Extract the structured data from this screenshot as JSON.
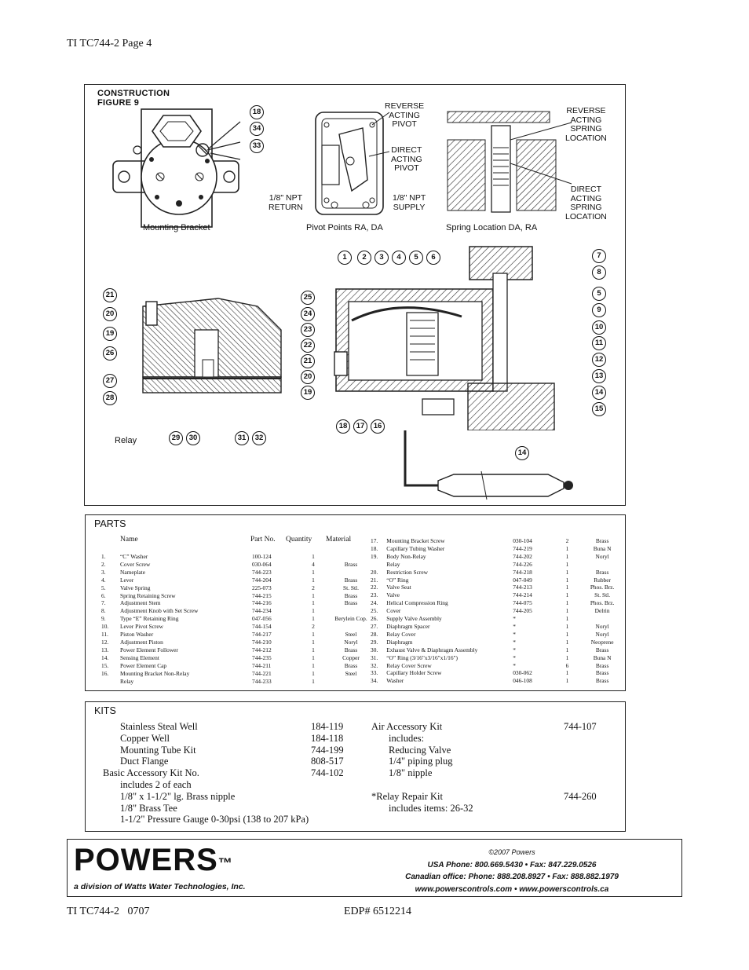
{
  "header": {
    "title": "TI TC744-2  Page 4"
  },
  "figure": {
    "title_line1": "CONSTRUCTION",
    "title_line2": "FIGURE 9",
    "captions": {
      "mounting_bracket": "Mounting Bracket",
      "pivot_points": "Pivot Points RA, DA",
      "spring_location": "Spring Location DA, RA",
      "relay": "Relay"
    },
    "labels": {
      "reverse_acting_pivot": [
        "REVERSE",
        "ACTING",
        "PIVOT"
      ],
      "direct_acting_pivot": [
        "DIRECT",
        "ACTING",
        "PIVOT"
      ],
      "npt_return": [
        "1/8\" NPT",
        "RETURN"
      ],
      "npt_supply": [
        "1/8\" NPT",
        "SUPPLY"
      ],
      "reverse_spring": [
        "REVERSE",
        "ACTING",
        "SPRING",
        "LOCATION"
      ],
      "direct_spring": [
        "DIRECT",
        "ACTING",
        "SPRING",
        "LOCATION"
      ]
    },
    "callouts": {
      "bracket": [
        "18",
        "34",
        "33"
      ],
      "relay_left": [
        "21",
        "20",
        "19",
        "26",
        "27",
        "28"
      ],
      "relay_bottom": [
        "29",
        "30",
        "31",
        "32"
      ],
      "main_top": [
        "1",
        "2",
        "3",
        "4",
        "5",
        "6"
      ],
      "main_left": [
        "25",
        "24",
        "23",
        "22",
        "21",
        "20",
        "19"
      ],
      "main_right": [
        "7",
        "8",
        "5",
        "9",
        "10",
        "11",
        "12",
        "13",
        "14",
        "15"
      ],
      "main_bottom": [
        "18",
        "17",
        "16"
      ],
      "bulb": [
        "14"
      ]
    }
  },
  "parts": {
    "title": "PARTS",
    "headers": {
      "name": "Name",
      "part_no": "Part No.",
      "quantity": "Quantity",
      "material": "Material"
    },
    "left": [
      {
        "num": "1.",
        "name": "“C” Washer",
        "part": "100-124",
        "qty": "1",
        "mat": ""
      },
      {
        "num": "2.",
        "name": "Cover Screw",
        "part": "030-064",
        "qty": "4",
        "mat": "Brass"
      },
      {
        "num": "3.",
        "name": "Nameplate",
        "part": "744-223",
        "qty": "1",
        "mat": ""
      },
      {
        "num": "4.",
        "name": "Lever",
        "part": "744-204",
        "qty": "1",
        "mat": "Brass"
      },
      {
        "num": "5.",
        "name": "Valve Spring",
        "part": "225-073",
        "qty": "2",
        "mat": "St. Stl."
      },
      {
        "num": "6.",
        "name": "Spring Retaining Screw",
        "part": "744-215",
        "qty": "1",
        "mat": "Brass"
      },
      {
        "num": "7.",
        "name": "Adjustment Stem",
        "part": "744-216",
        "qty": "1",
        "mat": "Brass"
      },
      {
        "num": "8.",
        "name": "Adjustment Knob with Set Screw",
        "part": "744-234",
        "qty": "1",
        "mat": ""
      },
      {
        "num": "9.",
        "name": "Type “E” Retaining Ring",
        "part": "047-056",
        "qty": "1",
        "mat": "Berylein Cop."
      },
      {
        "num": "10.",
        "name": "Lever Pivot Screw",
        "part": "744-154",
        "qty": "2",
        "mat": ""
      },
      {
        "num": "11.",
        "name": "Piston Washer",
        "part": "744-217",
        "qty": "1",
        "mat": "Steel"
      },
      {
        "num": "12.",
        "name": "Adjustment Piston",
        "part": "744-210",
        "qty": "1",
        "mat": "Noryl"
      },
      {
        "num": "13.",
        "name": "Power Element Follower",
        "part": "744-212",
        "qty": "1",
        "mat": "Brass"
      },
      {
        "num": "14.",
        "name": "Sensing Element",
        "part": "744-235",
        "qty": "1",
        "mat": "Copper"
      },
      {
        "num": "15.",
        "name": "Power Element Cap",
        "part": "744-211",
        "qty": "1",
        "mat": "Brass"
      },
      {
        "num": "16.",
        "name": "Mounting Bracket Non-Relay",
        "part": "744-221",
        "qty": "1",
        "mat": "Steel"
      },
      {
        "num": "",
        "name": "Relay",
        "part": "744-233",
        "qty": "1",
        "mat": ""
      }
    ],
    "right": [
      {
        "num": "17.",
        "name": "Mounting Bracket Screw",
        "part": "030-104",
        "qty": "2",
        "mat": "Brass"
      },
      {
        "num": "18.",
        "name": "Capillary Tubing Washer",
        "part": "744-219",
        "qty": "1",
        "mat": "Buna N"
      },
      {
        "num": "19.",
        "name": "Body Non-Relay",
        "part": "744-202",
        "qty": "1",
        "mat": "Noryl"
      },
      {
        "num": "",
        "name": "Relay",
        "part": "744-226",
        "qty": "1",
        "mat": ""
      },
      {
        "num": "20.",
        "name": "Restriction Screw",
        "part": "744-218",
        "qty": "1",
        "mat": "Brass"
      },
      {
        "num": "21.",
        "name": "“O” Ring",
        "part": "047-049",
        "qty": "1",
        "mat": "Rubber"
      },
      {
        "num": "22.",
        "name": "Valve Seat",
        "part": "744-213",
        "qty": "1",
        "mat": "Phos. Brz."
      },
      {
        "num": "23.",
        "name": "Valve",
        "part": "744-214",
        "qty": "1",
        "mat": "St. Stl."
      },
      {
        "num": "24.",
        "name": "Helical Compression Ring",
        "part": "744-075",
        "qty": "1",
        "mat": "Phos. Brz."
      },
      {
        "num": "25.",
        "name": "Cover",
        "part": "744-205",
        "qty": "1",
        "mat": "Delrin"
      },
      {
        "num": "26.",
        "name": "Supply Valve Assembly",
        "part": "*",
        "qty": "1",
        "mat": ""
      },
      {
        "num": "27.",
        "name": "Diaphragm Spacer",
        "part": "*",
        "qty": "1",
        "mat": "Noryl"
      },
      {
        "num": "28.",
        "name": "Relay Cover",
        "part": "*",
        "qty": "1",
        "mat": "Noryl"
      },
      {
        "num": "29.",
        "name": "Diaphragm",
        "part": "*",
        "qty": "1",
        "mat": "Neoprene"
      },
      {
        "num": "30.",
        "name": "Exhaust Valve & Diaphragm Assembly",
        "part": "*",
        "qty": "1",
        "mat": "Brass"
      },
      {
        "num": "31.",
        "name": "“O” Ring (3/16\"x3/16\"x1/16\")",
        "part": "*",
        "qty": "1",
        "mat": "Buna N"
      },
      {
        "num": "32.",
        "name": "Relay Cover Screw",
        "part": "*",
        "qty": "6",
        "mat": "Brass"
      },
      {
        "num": "33.",
        "name": "Capillary Holder Screw",
        "part": "030-062",
        "qty": "1",
        "mat": "Brass"
      },
      {
        "num": "34.",
        "name": "Washer",
        "part": "046-108",
        "qty": "1",
        "mat": "Brass"
      }
    ]
  },
  "kits": {
    "title": "KITS",
    "left": [
      {
        "name": "Stainless Steal Well",
        "part": "184-119",
        "indent": 1
      },
      {
        "name": "Copper Well",
        "part": "184-118",
        "indent": 1
      },
      {
        "name": "Mounting Tube Kit",
        "part": "744-199",
        "indent": 1
      },
      {
        "name": "Duct Flange",
        "part": "808-517",
        "indent": 1
      },
      {
        "name": "Basic Accessory Kit No.",
        "part": "744-102",
        "indent": 0
      },
      {
        "name": "includes 2 of each",
        "part": "",
        "indent": 1
      },
      {
        "name": "1/8\" x 1-1/2\" lg. Brass nipple",
        "part": "",
        "indent": 1
      },
      {
        "name": "1/8\" Brass Tee",
        "part": "",
        "indent": 1
      },
      {
        "name": "1-1/2\" Pressure Gauge 0-30psi (138 to 207 kPa)",
        "part": "",
        "indent": 1
      }
    ],
    "right": [
      {
        "name": "Air Accessory Kit",
        "part": "744-107",
        "indent": 0
      },
      {
        "name": "includes:",
        "part": "",
        "indent": 1
      },
      {
        "name": "Reducing Valve",
        "part": "",
        "indent": 1
      },
      {
        "name": "1/4\" piping plug",
        "part": "",
        "indent": 1
      },
      {
        "name": "1/8\" nipple",
        "part": "",
        "indent": 1
      },
      {
        "name": "",
        "part": "",
        "indent": 0
      },
      {
        "name": "*Relay Repair Kit",
        "part": "744-260",
        "indent": 0
      },
      {
        "name": "includes items: 26-32",
        "part": "",
        "indent": 1
      }
    ]
  },
  "footer": {
    "logo": "POWERS",
    "trademark": "™",
    "tagline": "a division of Watts Water Technologies, Inc.",
    "copyright": "©2007 Powers",
    "usa_phone": "USA Phone: 800.669.5430 • Fax: 847.229.0526",
    "canada_phone": "Canadian office: Phone: 888.208.8927 • Fax: 888.882.1979",
    "websites": "www.powerscontrols.com • www.powerscontrols.ca",
    "doc_id": "TI TC744-2   0707",
    "edp": "EDP# 6512214"
  }
}
